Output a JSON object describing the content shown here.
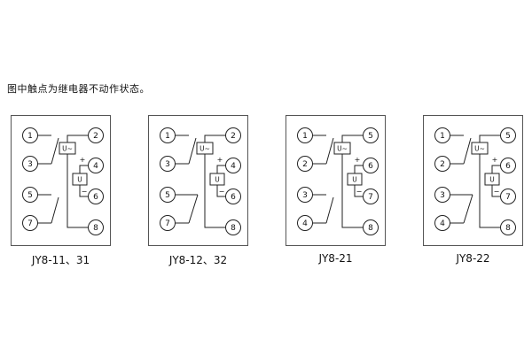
{
  "note": "图中触点为继电器不动作状态。",
  "labels": {
    "coil": "U~",
    "supply": "U",
    "plus": "+",
    "minus": "−"
  },
  "diagrams": [
    {
      "caption": "JY8-11、31",
      "left_terminals": [
        "1",
        "3",
        "5",
        "7"
      ],
      "right_terminals": [
        "2",
        "4",
        "6",
        "8"
      ]
    },
    {
      "caption": "JY8-12、32",
      "left_terminals": [
        "1",
        "3",
        "5",
        "7"
      ],
      "right_terminals": [
        "2",
        "4",
        "6",
        "8"
      ]
    },
    {
      "caption": "JY8-21",
      "left_terminals": [
        "1",
        "2",
        "3",
        "4"
      ],
      "right_terminals": [
        "5",
        "6",
        "7",
        "8"
      ]
    },
    {
      "caption": "JY8-22",
      "left_terminals": [
        "1",
        "2",
        "3",
        "4"
      ],
      "right_terminals": [
        "5",
        "6",
        "7",
        "8"
      ]
    }
  ]
}
